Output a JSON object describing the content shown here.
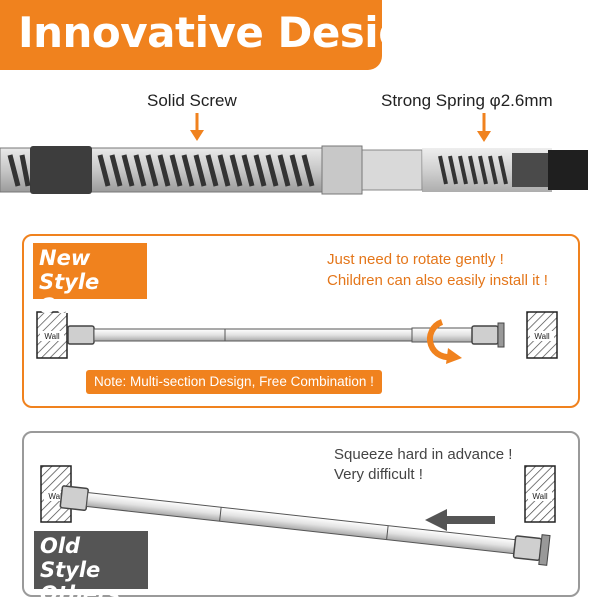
{
  "banner": {
    "title": "Innovative Design"
  },
  "labels": {
    "solid_screw": "Solid Screw",
    "strong_spring": "Strong Spring φ2.6mm"
  },
  "new_style": {
    "tag_line1": "New Style",
    "tag_line2": "Ours",
    "msg_line1": "Just need to rotate gently !",
    "msg_line2": "Children can also easily install it !",
    "note": "Note: Multi-section Design, Free Combination !",
    "wall_left": "Wall",
    "wall_right": "Wall"
  },
  "old_style": {
    "tag_line1": "Old Style",
    "tag_line2": "Others",
    "msg_line1": "Squeeze hard in advance !",
    "msg_line2": "Very difficult !",
    "wall_left": "Wall",
    "wall_right": "Wall"
  },
  "colors": {
    "accent": "#f0821e",
    "dark_tag": "#555555",
    "frame_gray": "#9a9a9a"
  }
}
